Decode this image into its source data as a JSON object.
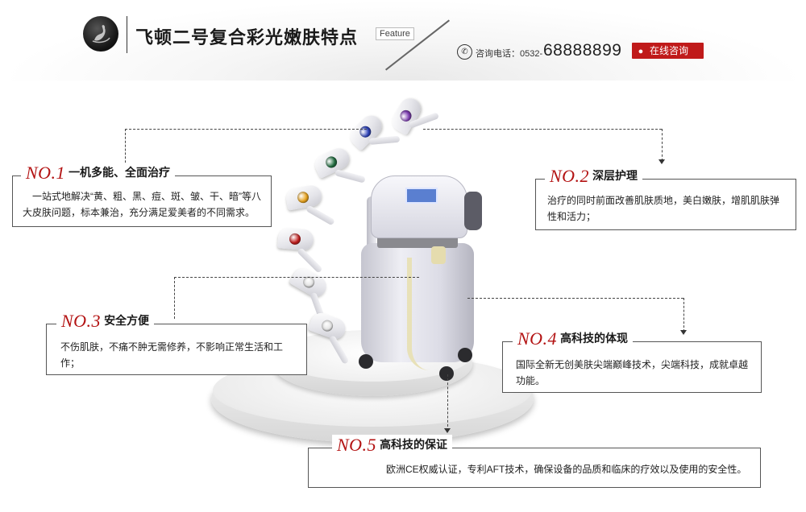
{
  "header": {
    "title": "飞顿二号复合彩光嫩肤特点",
    "feature_tag": "Feature",
    "phone_label": "咨询电话：0532-",
    "phone_number": "68888899",
    "consult_button": "在线咨询",
    "icons": {
      "logo": "swan-logo-icon",
      "phone": "phone-icon",
      "user": "user-icon"
    }
  },
  "colors": {
    "accent_red": "#c01a1a",
    "number_red": "#b31212"
  },
  "features": [
    {
      "no": "NO.1",
      "title": "一机多能、全面治疗",
      "desc": "一站式地解决“黄、粗、黑、痘、斑、皱、干、暗”等八大皮肤问题，标本兼治，充分满足爱美者的不同需求。"
    },
    {
      "no": "NO.2",
      "title": "深层护理",
      "desc": "治疗的同时前面改善肌肤质地，美白嫩肤，增肌肌肤弹性和活力；"
    },
    {
      "no": "NO.3",
      "title": "安全方便",
      "desc": "不伤肌肤，不痛不肿无需修养，不影响正常生活和工作；"
    },
    {
      "no": "NO.4",
      "title": "高科技的体现",
      "desc": "国际全新无创美肤尖端巅峰技术，尖端科技，成就卓越功能。"
    },
    {
      "no": "NO.5",
      "title": "高科技的保证",
      "desc": "欧洲CE权威认证，专利AFT技术，确保设备的品质和临床的疗效以及使用的安全性。"
    }
  ],
  "handpieces": [
    {
      "lens_color": "#7b3ab0"
    },
    {
      "lens_color": "#2a3fb8"
    },
    {
      "lens_color": "#1f6b3e"
    },
    {
      "lens_color": "#e8a21a"
    },
    {
      "lens_color": "#c01a1a"
    },
    {
      "lens_color": "#e6e6e6"
    },
    {
      "lens_color": "#e6e6e6"
    }
  ]
}
